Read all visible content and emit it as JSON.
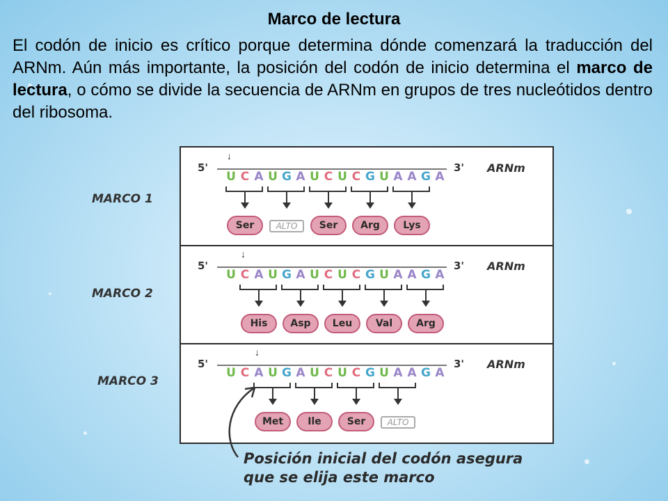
{
  "slide": {
    "title": "Marco de lectura",
    "intro": {
      "before": "El codón de inicio es crítico porque determina dónde comenzará la traducción del ARNm. Aún más importante, la posición del codón de inicio determina el ",
      "bold": "marco de lectura",
      "after": ", o cómo se divide la secuencia de ARNm en grupos de tres nucleótidos dentro del ribosoma."
    }
  },
  "diagram": {
    "five_prime": "5'",
    "three_prime": "3'",
    "mrna_label": "ARNm",
    "start_marker": "↓",
    "sequence": [
      "U",
      "C",
      "A",
      "U",
      "G",
      "A",
      "U",
      "C",
      "U",
      "C",
      "G",
      "U",
      "A",
      "A",
      "G",
      "A"
    ],
    "base_colors": {
      "U": "#6fb84a",
      "C": "#e06b7d",
      "A": "#9a86c9",
      "G": "#46a6cc"
    },
    "frames": [
      {
        "label": "MARCO 1",
        "offset": 0,
        "products": [
          {
            "text": "Ser",
            "stop": false
          },
          {
            "text": "ALTO",
            "stop": true
          },
          {
            "text": "Ser",
            "stop": false
          },
          {
            "text": "Arg",
            "stop": false
          },
          {
            "text": "Lys",
            "stop": false
          }
        ]
      },
      {
        "label": "MARCO 2",
        "offset": 1,
        "products": [
          {
            "text": "His",
            "stop": false
          },
          {
            "text": "Asp",
            "stop": false
          },
          {
            "text": "Leu",
            "stop": false
          },
          {
            "text": "Val",
            "stop": false
          },
          {
            "text": "Arg",
            "stop": false
          }
        ]
      },
      {
        "label": "MARCO 3",
        "offset": 2,
        "products": [
          {
            "text": "Met",
            "stop": false
          },
          {
            "text": "Ile",
            "stop": false
          },
          {
            "text": "Ser",
            "stop": false
          },
          {
            "text": "ALTO",
            "stop": true
          }
        ]
      }
    ],
    "note_line1": "Posición inicial del codón asegura",
    "note_line2": "que se elija este marco"
  }
}
